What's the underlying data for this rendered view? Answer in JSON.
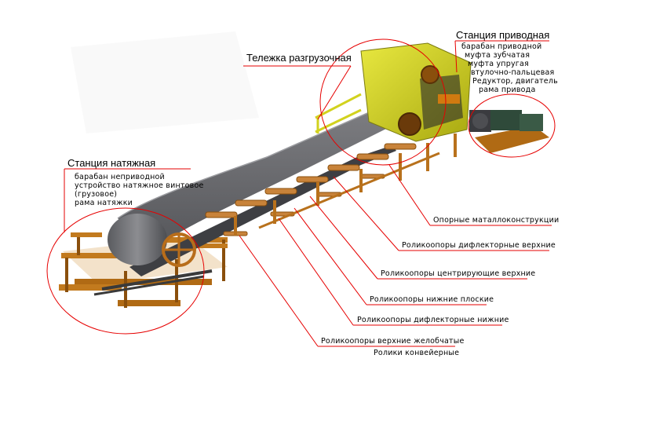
{
  "colors": {
    "annotation": "#e60000",
    "belt": "#6f6f72",
    "frame": "#c27a1e",
    "drive_housing": "#d2d21e",
    "motor": "#2f4a3a"
  },
  "groups": {
    "drive_station": {
      "title": "Станция приводная",
      "items": [
        "барабан приводной",
        "муфта зубчатая",
        "муфта упругая",
        "втулочно-пальцевая",
        "Редуктор, двигатель",
        "рама привода"
      ]
    },
    "unloading_cart": {
      "title": "Тележка разгрузочная"
    },
    "tension_station": {
      "title": "Станция натяжная",
      "items": [
        "барабан неприводной",
        "устройство натяжное винтовое",
        "(грузовое)",
        "рама натяжки"
      ]
    }
  },
  "callouts": [
    "Опорные маталлоконструкции",
    "Роликоопоры дифлекторные верхние",
    "Роликоопоры центрирующие верхние",
    "Роликоопоры нижние плоские",
    "Роликоопоры дифлекторные нижние",
    "Роликоопоры верхние желобчатые",
    "Ролики конвейерные"
  ]
}
